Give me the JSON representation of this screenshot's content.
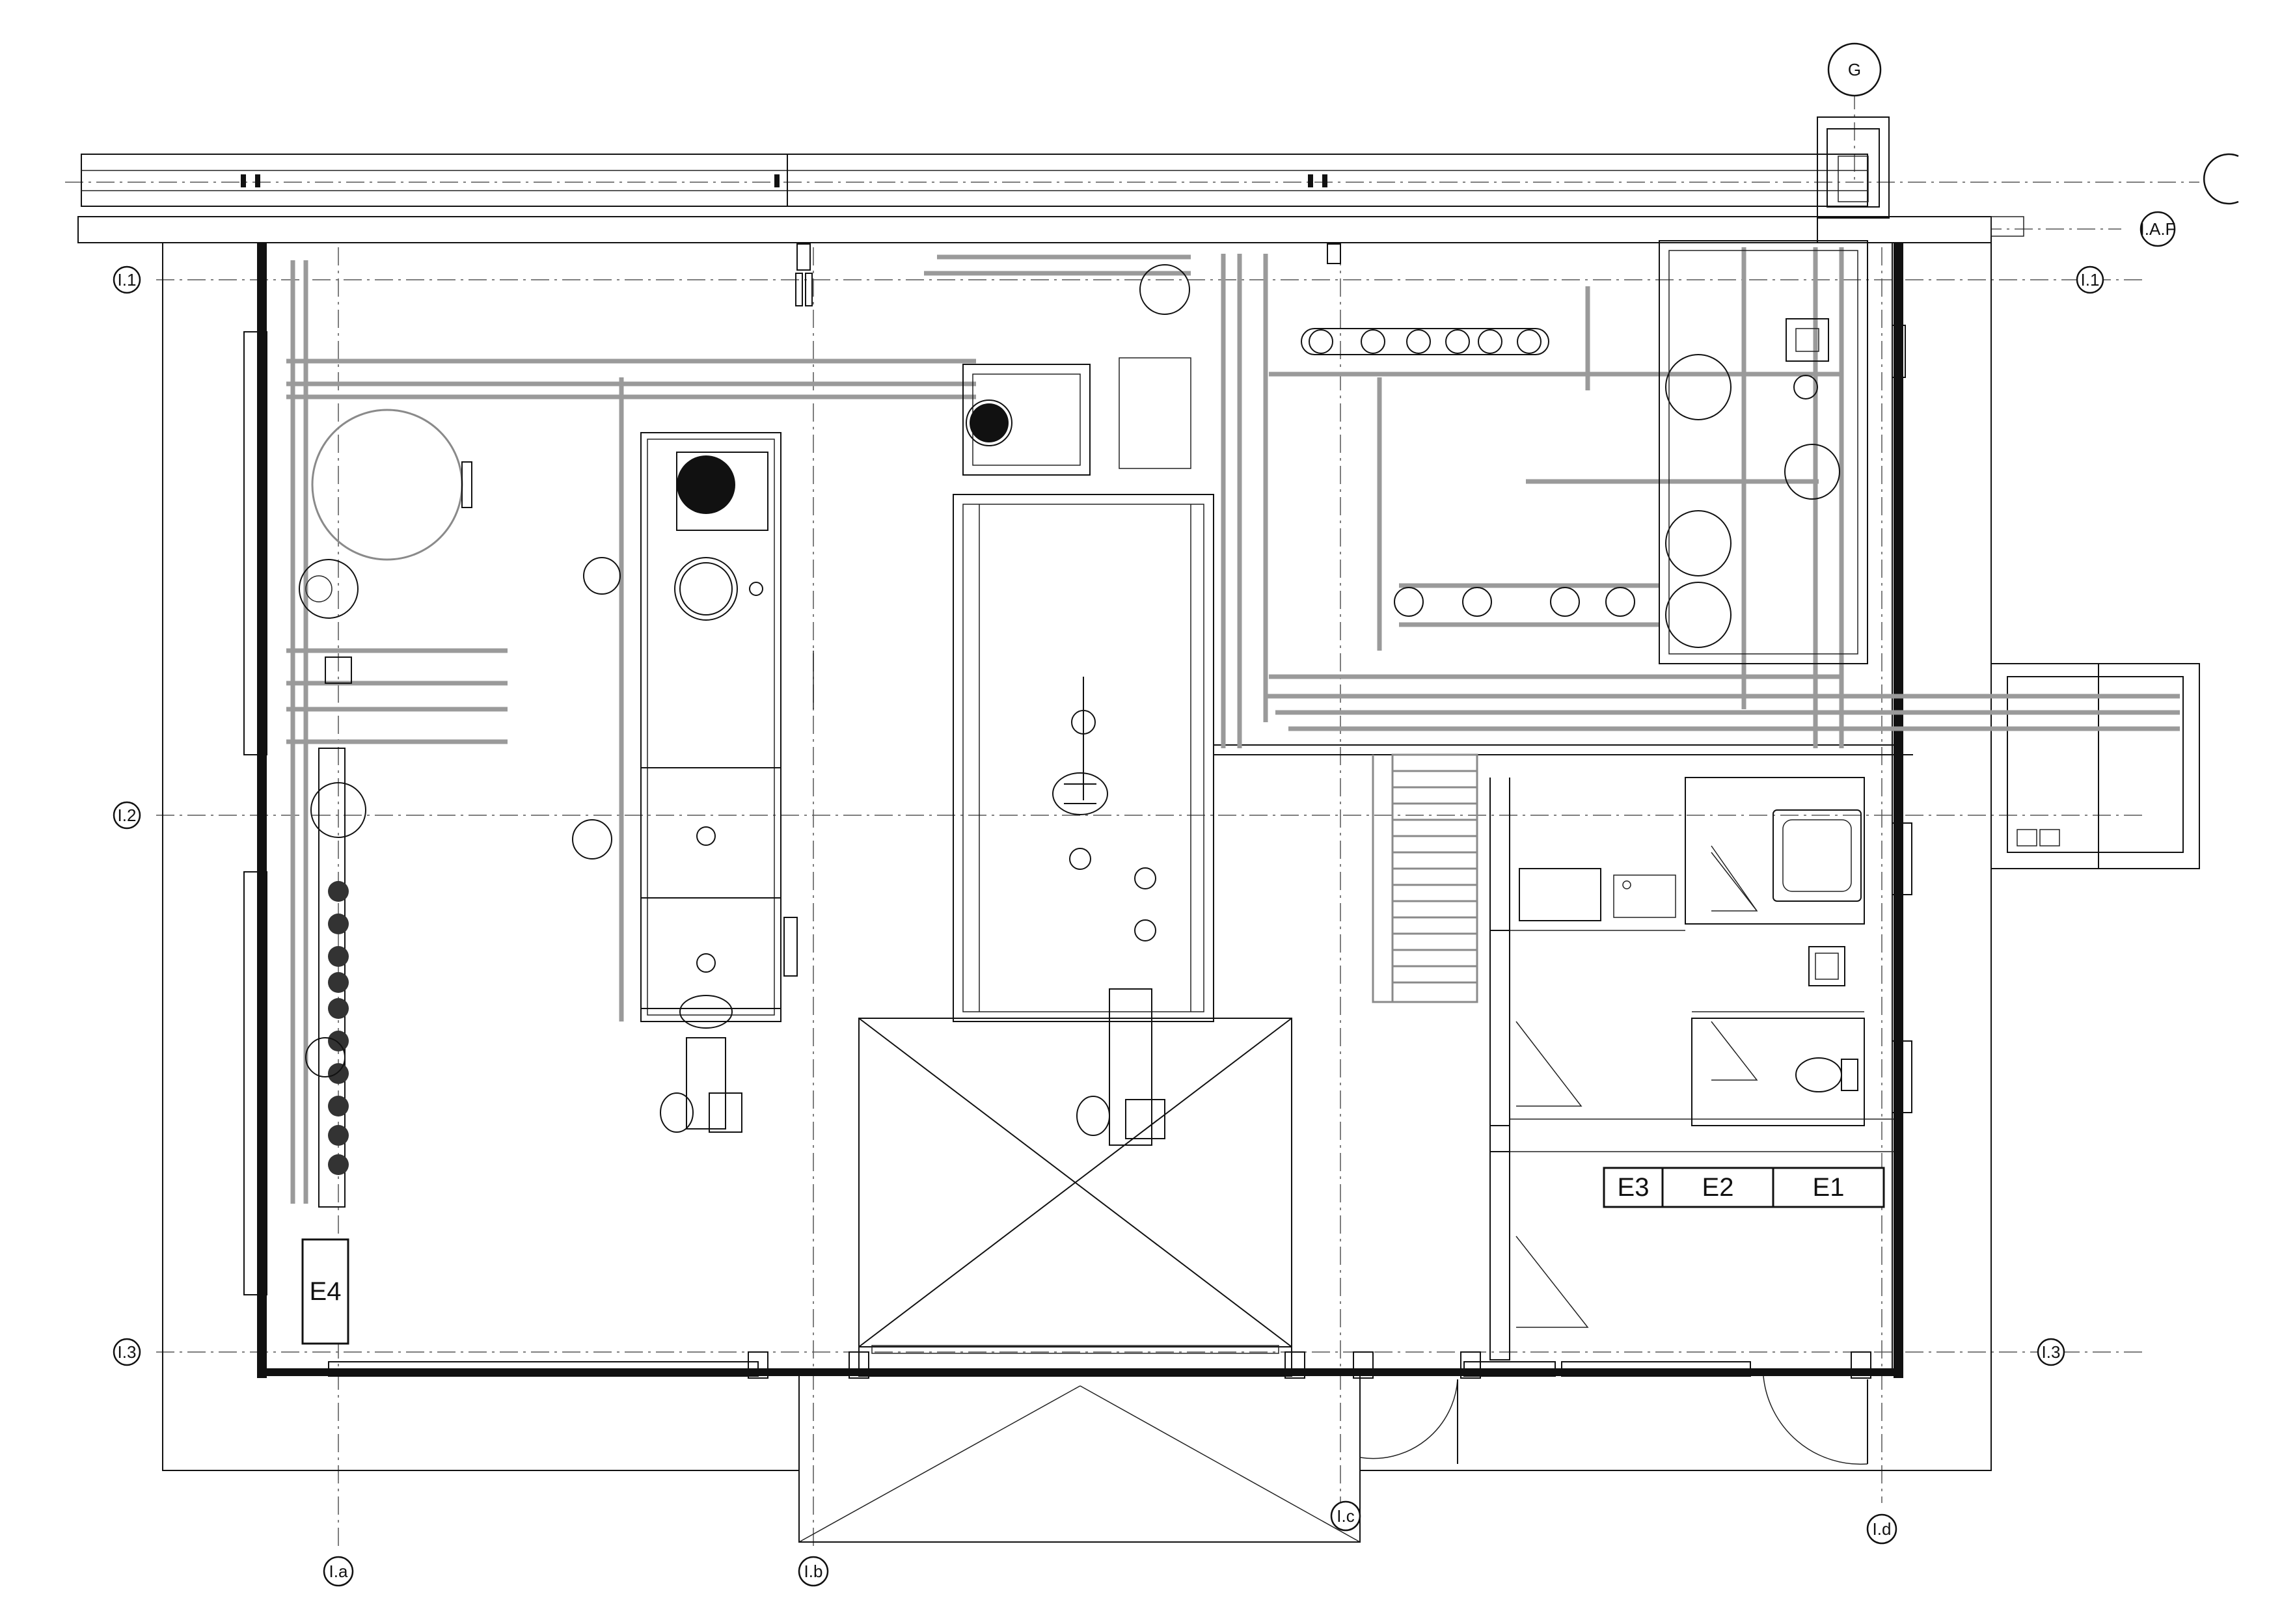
{
  "grid": {
    "row_1": "I.1",
    "row_2": "I.2",
    "row_3": "I.3",
    "col_a": "I.a",
    "col_b": "I.b",
    "col_c": "I.c",
    "col_d": "I.d",
    "ref_g": "G",
    "ref_af": "I.A.F"
  },
  "panels": {
    "e1": "E1",
    "e2": "E2",
    "e3": "E3",
    "e4": "E4"
  },
  "colors": {
    "line": "#111111",
    "equipment_grey": "#8a8a8a"
  }
}
